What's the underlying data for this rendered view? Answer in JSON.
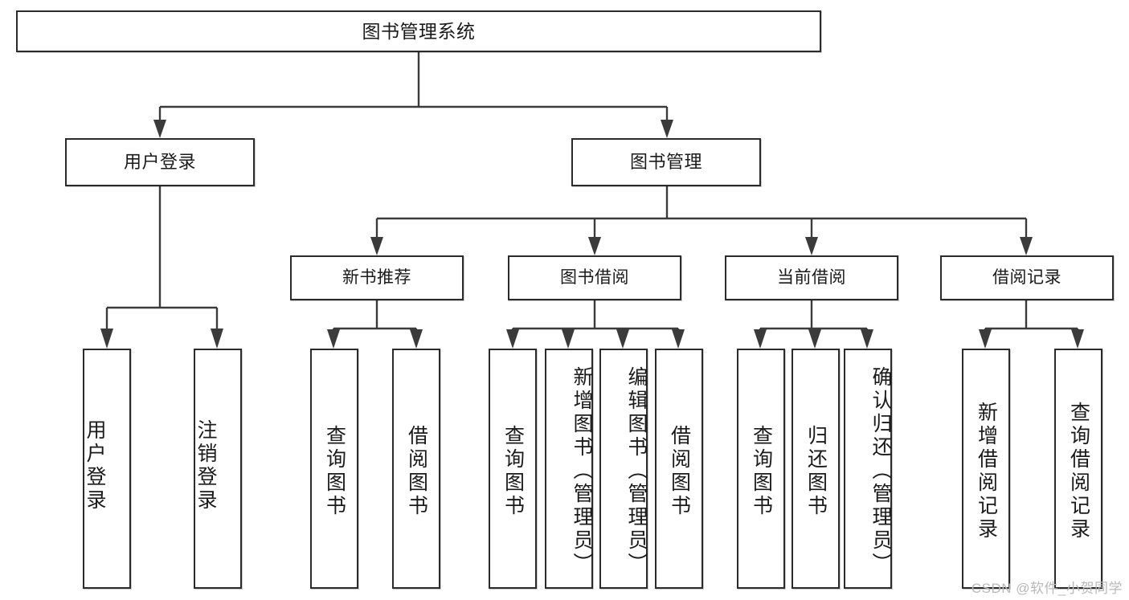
{
  "diagram": {
    "title_node": {
      "label": "图书管理系统"
    },
    "level2": [
      {
        "id": "user-login",
        "label": "用户登录"
      },
      {
        "id": "book-management",
        "label": "图书管理"
      }
    ],
    "level3": [
      {
        "id": "new-book-recommend",
        "label": "新书推荐"
      },
      {
        "id": "book-borrow",
        "label": "图书借阅"
      },
      {
        "id": "current-borrow",
        "label": "当前借阅"
      },
      {
        "id": "borrow-record",
        "label": "借阅记录"
      }
    ],
    "leaves": {
      "user_login": [
        {
          "id": "leaf-user-login",
          "label": "用户登录"
        },
        {
          "id": "leaf-logout",
          "label": "注销登录"
        }
      ],
      "new_book_recommend": [
        {
          "id": "leaf-query-book-1",
          "label": "查询图书"
        },
        {
          "id": "leaf-borrow-book-1",
          "label": "借阅图书"
        }
      ],
      "book_borrow": [
        {
          "id": "leaf-query-book-2",
          "label": "查询图书"
        },
        {
          "id": "leaf-add-book",
          "label": "新增图书（管理员）"
        },
        {
          "id": "leaf-edit-book",
          "label": "编辑图书（管理员）"
        },
        {
          "id": "leaf-borrow-book-2",
          "label": "借阅图书"
        }
      ],
      "current_borrow": [
        {
          "id": "leaf-query-book-3",
          "label": "查询图书"
        },
        {
          "id": "leaf-return-book",
          "label": "归还图书"
        },
        {
          "id": "leaf-confirm-return",
          "label": "确认归还（管理员）"
        }
      ],
      "borrow_record": [
        {
          "id": "leaf-add-record",
          "label": "新增借阅记录"
        },
        {
          "id": "leaf-query-record",
          "label": "查询借阅记录"
        }
      ]
    }
  },
  "watermark": {
    "text": "CSDN @软件_小贺同学"
  },
  "colors": {
    "box_border": "#2b2b2b",
    "connector": "#3b3b3b",
    "background": "#ffffff",
    "text": "#1a1a1a",
    "watermark": "#b9b9b9"
  }
}
